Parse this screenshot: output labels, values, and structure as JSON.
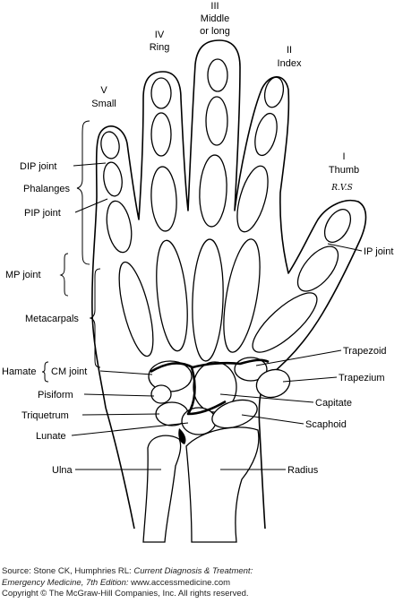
{
  "fingers": {
    "small": {
      "numeral": "V",
      "name": "Small"
    },
    "ring": {
      "numeral": "IV",
      "name": "Ring"
    },
    "middle": {
      "numeral": "III",
      "name": "Middle",
      "name2": "or long"
    },
    "index": {
      "numeral": "II",
      "name": "Index"
    },
    "thumb": {
      "numeral": "I",
      "name": "Thumb"
    }
  },
  "left_labels": {
    "dip_joint": "DIP joint",
    "phalanges": "Phalanges",
    "pip_joint": "PIP joint",
    "mp_joint": "MP joint",
    "metacarpals": "Metacarpals",
    "hamate": "Hamate",
    "cm_joint": "CM joint",
    "pisiform": "Pisiform",
    "triquetrum": "Triquetrum",
    "lunate": "Lunate",
    "ulna": "Ulna"
  },
  "right_labels": {
    "ip_joint": "IP joint",
    "trapezoid": "Trapezoid",
    "trapezium": "Trapezium",
    "capitate": "Capitate",
    "scaphoid": "Scaphoid",
    "radius": "Radius"
  },
  "signature": "R.V.S",
  "source": {
    "line1_prefix": "Source: Stone CK, Humphries RL: ",
    "line1_title": "Current Diagnosis & Treatment:",
    "line2_title": "Emergency Medicine, 7th Edition:",
    "line2_url": " www.accessmedicine.com",
    "line3": "Copyright © The McGraw-Hill Companies, Inc. All rights reserved."
  }
}
